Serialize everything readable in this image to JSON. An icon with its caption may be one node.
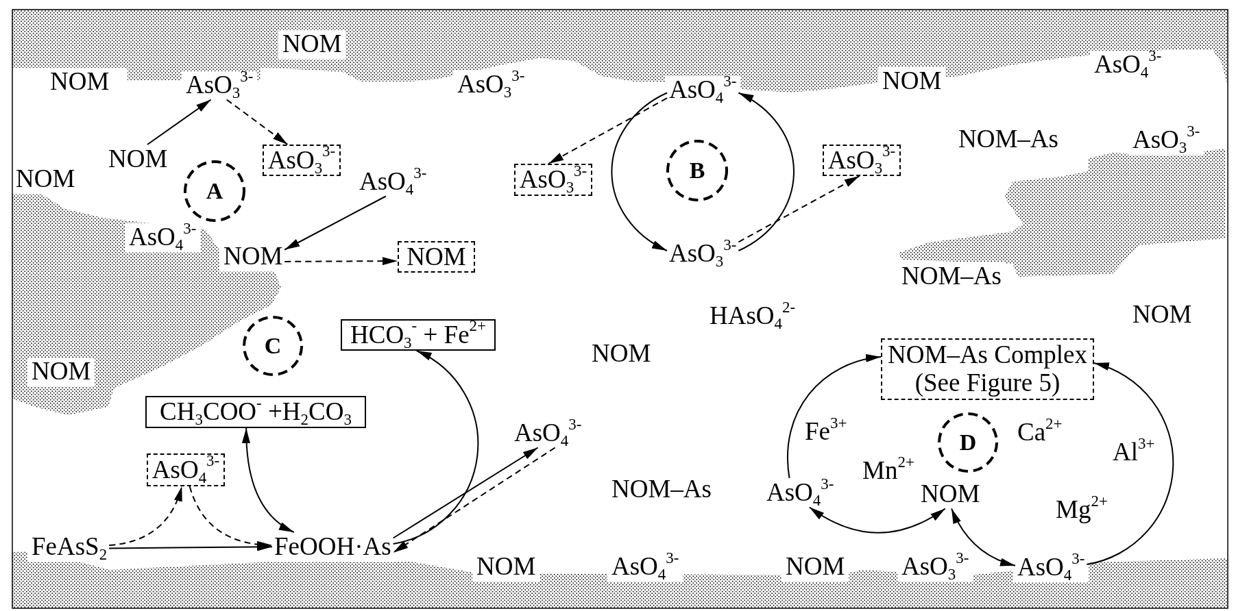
{
  "diagram": {
    "nodes": [
      {
        "text": [
          "AsO$_{3}$$^{3-}$"
        ]
      },
      {
        "text": [
          "AsO$_{4}$$^{3-}$"
        ]
      },
      {
        "text": [
          "NOM"
        ]
      },
      {
        "text": [
          "A"
        ]
      },
      {
        "text": [
          "AsO$_{3}$$^{3-}$"
        ]
      },
      {
        "text": [
          "AsO$_{4}$$^{3-}$"
        ]
      },
      {
        "text": [
          "AsO$_{3}$$^{3-}$"
        ]
      },
      {
        "text": [
          "B"
        ]
      },
      {
        "text": [
          "AsO$_{3}$$^{3-}$"
        ]
      },
      {
        "text": [
          "NOM"
        ]
      },
      {
        "text": [
          "NOM"
        ]
      },
      {
        "text": [
          "AsO$_{3}$$^{3-}$"
        ]
      },
      {
        "text": [
          "C"
        ]
      },
      {
        "text": [
          "HCO$_{3}$$^{-}$ + Fe$^{2+}$"
        ]
      },
      {
        "text": [
          "NOM–As Complex (See Figure 5)"
        ]
      },
      {
        "text": [
          "CH$_{3}$COO$^{-}$ +H$_{2}$CO$_{3}$"
        ]
      },
      {
        "text": [
          "AsO$_{4}$$^{3-}$"
        ]
      },
      {
        "text": [
          "AsO$_{4}$$^{3-}$"
        ]
      },
      {
        "text": [
          "AsO$_{4}$$^{3-}$"
        ]
      },
      {
        "text": [
          "D"
        ]
      },
      {
        "text": [
          "NOM"
        ]
      },
      {
        "text": [
          "FeAsS$_{2}$"
        ]
      },
      {
        "text": [
          "FeOOH·As"
        ]
      },
      {
        "text": [
          "AsO$_{4}$$^{3-}$"
        ]
      }
    ],
    "edges": [
      {
        "from": 2,
        "to": 0,
        "arrow": "to"
      },
      {
        "from": 0,
        "to": 4,
        "arrow": "to",
        "style": "dashed"
      },
      {
        "from": 5,
        "to": 9,
        "arrow": "to"
      },
      {
        "from": 9,
        "to": 10,
        "arrow": "to",
        "style": "dashed"
      },
      {
        "from": 1,
        "to": 11,
        "arrow": "to"
      },
      {
        "from": 11,
        "to": 1,
        "arrow": "to"
      },
      {
        "from": 1,
        "to": 6,
        "arrow": "to",
        "style": "dashed"
      },
      {
        "from": 11,
        "to": 8,
        "arrow": "to",
        "style": "dashed"
      },
      {
        "from": 21,
        "to": 22,
        "arrow": "to"
      },
      {
        "from": 21,
        "to": 16,
        "arrow": "to",
        "style": "dashed"
      },
      {
        "from": 16,
        "to": 22,
        "arrow": "to",
        "style": "dashed"
      },
      {
        "from": 15,
        "to": 22,
        "arrow": "both"
      },
      {
        "from": 22,
        "to": 13,
        "arrow": "to"
      },
      {
        "from": 22,
        "to": 17,
        "arrow": "to"
      },
      {
        "from": 17,
        "to": 22,
        "arrow": "to",
        "style": "dashed"
      },
      {
        "from": 18,
        "to": 14,
        "arrow": "to"
      },
      {
        "from": 18,
        "to": 20,
        "arrow": "both"
      },
      {
        "from": 20,
        "to": 23,
        "arrow": "both"
      },
      {
        "from": 23,
        "to": 14,
        "arrow": "to"
      }
    ],
    "labels": [
      "NOM",
      "AsO$_{4}$$^{3-}$",
      "NOM",
      "AsO$_{3}$$^{3-}$",
      "NOM",
      "NOM–As",
      "AsO$_{3}$$^{3-}$",
      "NOM",
      "AsO$_{4}$$^{3-}$",
      "NOM–As",
      "HAsO$_{4}$$^{2-}$",
      "NOM",
      "NOM",
      "NOM",
      "Fe$^{3+}$",
      "Ca$^{2+}$",
      "Al$^{3+}$",
      "Mn$^{2+}$",
      "NOM–As",
      "Mg$^{2+}$",
      "NOM",
      "AsO$_{4}$$^{3-}$",
      "NOM",
      "AsO$_{3}$$^{3-}$"
    ]
  }
}
